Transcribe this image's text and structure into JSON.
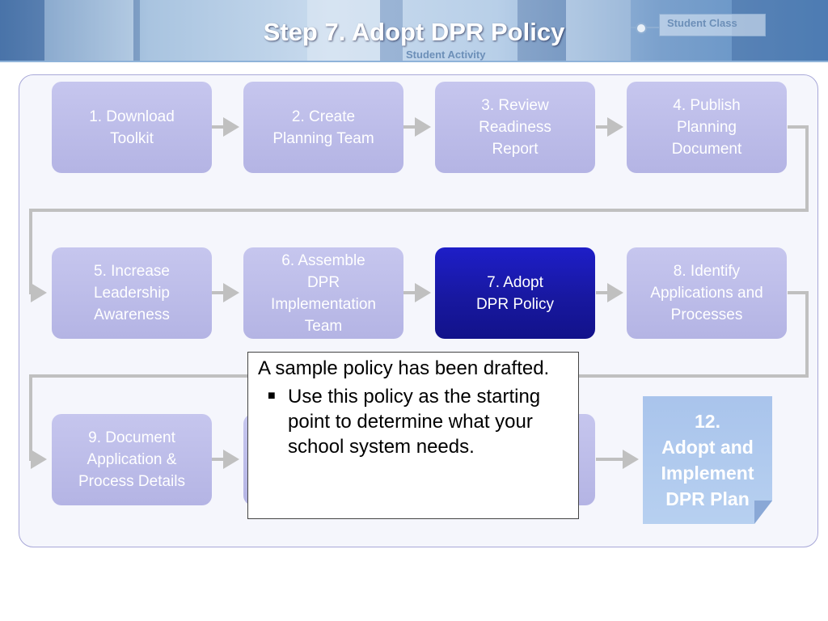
{
  "header": {
    "title": "Step 7.  Adopt DPR Policy",
    "watermark_top": "Student Class",
    "watermark_bottom": "Student Activity"
  },
  "steps": [
    {
      "label": "1. Download\nToolkit",
      "active": false
    },
    {
      "label": "2. Create\nPlanning Team",
      "active": false
    },
    {
      "label": "3. Review\nReadiness\nReport",
      "active": false
    },
    {
      "label": "4. Publish\nPlanning\nDocument",
      "active": false
    },
    {
      "label": "5. Increase\nLeadership\nAwareness",
      "active": false
    },
    {
      "label": "6. Assemble\nDPR\nImplementation\nTeam",
      "active": false
    },
    {
      "label": "7. Adopt\nDPR Policy",
      "active": true
    },
    {
      "label": "8. Identify\nApplications and\nProcesses",
      "active": false
    },
    {
      "label": "9. Document\nApplication &\nProcess Details",
      "active": false
    },
    {
      "label": "12.\nAdopt and\nImplement\nDPR Plan",
      "active": false
    }
  ],
  "callout": {
    "text": "A sample policy has been drafted.",
    "bullet": "Use this policy as the starting point to determine what your school system needs."
  },
  "colors": {
    "active_step": "#1818a0",
    "inactive_step": "#b8b8e6",
    "final_step": "#b0c9ee",
    "connector": "#c0c0c0"
  }
}
